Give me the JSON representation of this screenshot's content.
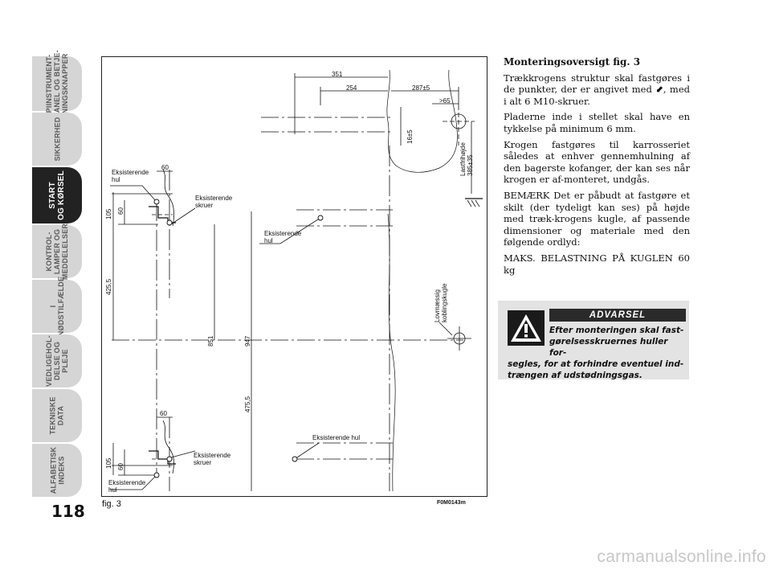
{
  "sidebar": {
    "tabs": [
      {
        "label": "PIINSTRUMENT-\nPANEL OG BETJE-\nNINGSKNAPPER",
        "active": false
      },
      {
        "label": "SIKKERHED",
        "active": false
      },
      {
        "label": "START\nOG KØRSEL",
        "active": true
      },
      {
        "label": "KONTROL-\nLAMPER OG\nMEDDELELSER",
        "active": false
      },
      {
        "label": "I\nNØDSTILFÆLDE",
        "active": false
      },
      {
        "label": "VEDLIGEHOL-\nDELSE OG\nPLEJE",
        "active": false
      },
      {
        "label": "TEKNISKE\nDATA",
        "active": false
      },
      {
        "label": "ALFABETISK\nINDEKS",
        "active": false
      }
    ]
  },
  "page_number": "118",
  "figure": {
    "label": "fig. 3",
    "code": "F0M0143m",
    "dimensions": {
      "d351": "351",
      "d254": "254",
      "d287": "287±5",
      "d65": ">65",
      "d16": "16±5",
      "d60_top": "60",
      "d60_top_v": "60",
      "d105_top": "105",
      "d425": "425,5",
      "d851": "851",
      "d947": "947",
      "d475": "475,5",
      "d60_bot": "60",
      "d60_bot_v": "60",
      "d105_bot": "105"
    },
    "annotations": {
      "lastfrihoejde_1": "Lastfrihøjde",
      "lastfrihoejde_2": "385±35",
      "hul_top_1": "Eksisterende",
      "hul_top_2": "hul",
      "skruer_top_1": "Eksisterende",
      "skruer_top_2": "skruer",
      "hul_mid_1": "Eksisterende",
      "hul_mid_2": "hul",
      "kugle_1": "Lovmæssig",
      "kugle_2": "koblingskugle",
      "hul_bottom_right": "Eksisterende hul",
      "skruer_bot_1": "Eksisterende",
      "skruer_bot_2": "skruer",
      "hul_bot_1": "Eksisterende",
      "hul_bot_2": "hul"
    }
  },
  "content": {
    "title": "Monteringsoversigt fig. 3",
    "p1": "Trækkrogens struktur skal fastgøres i de punkter, der er angivet med ⬋, med i alt 6 M10-skruer.",
    "p2": "Pladerne inde i stellet skal have en tykkelse på minimum 6 mm.",
    "p3": "Krogen fastgøres til karrosseriet således at enhver gennemhulning af den bagerste kofanger, der kan ses når krogen er af-monteret, undgås.",
    "p4": "BEMÆRK Det er påbudt at fastgøre et skilt (der tydeligt kan ses) på højde med træk-krogens kugle, af passende dimensioner og materiale med den følgende ordlyd:",
    "p5": "MAKS. BELASTNING PÅ KUGLEN 60 kg"
  },
  "warning": {
    "title": "ADVARSEL",
    "line1": "Efter monteringen skal fast-",
    "line2": "gørelsesskruernes huller for-",
    "rest": "segles, for at forhindre eventuel ind-trængen af udstødningsgas."
  },
  "footer": {
    "url": "carmanualsonline.info"
  },
  "colors": {
    "tab_inactive": "#d5d5d5",
    "tab_active": "#222222",
    "warning_bg": "#e3e3e3",
    "warning_title_bg": "#2a2a2a"
  }
}
